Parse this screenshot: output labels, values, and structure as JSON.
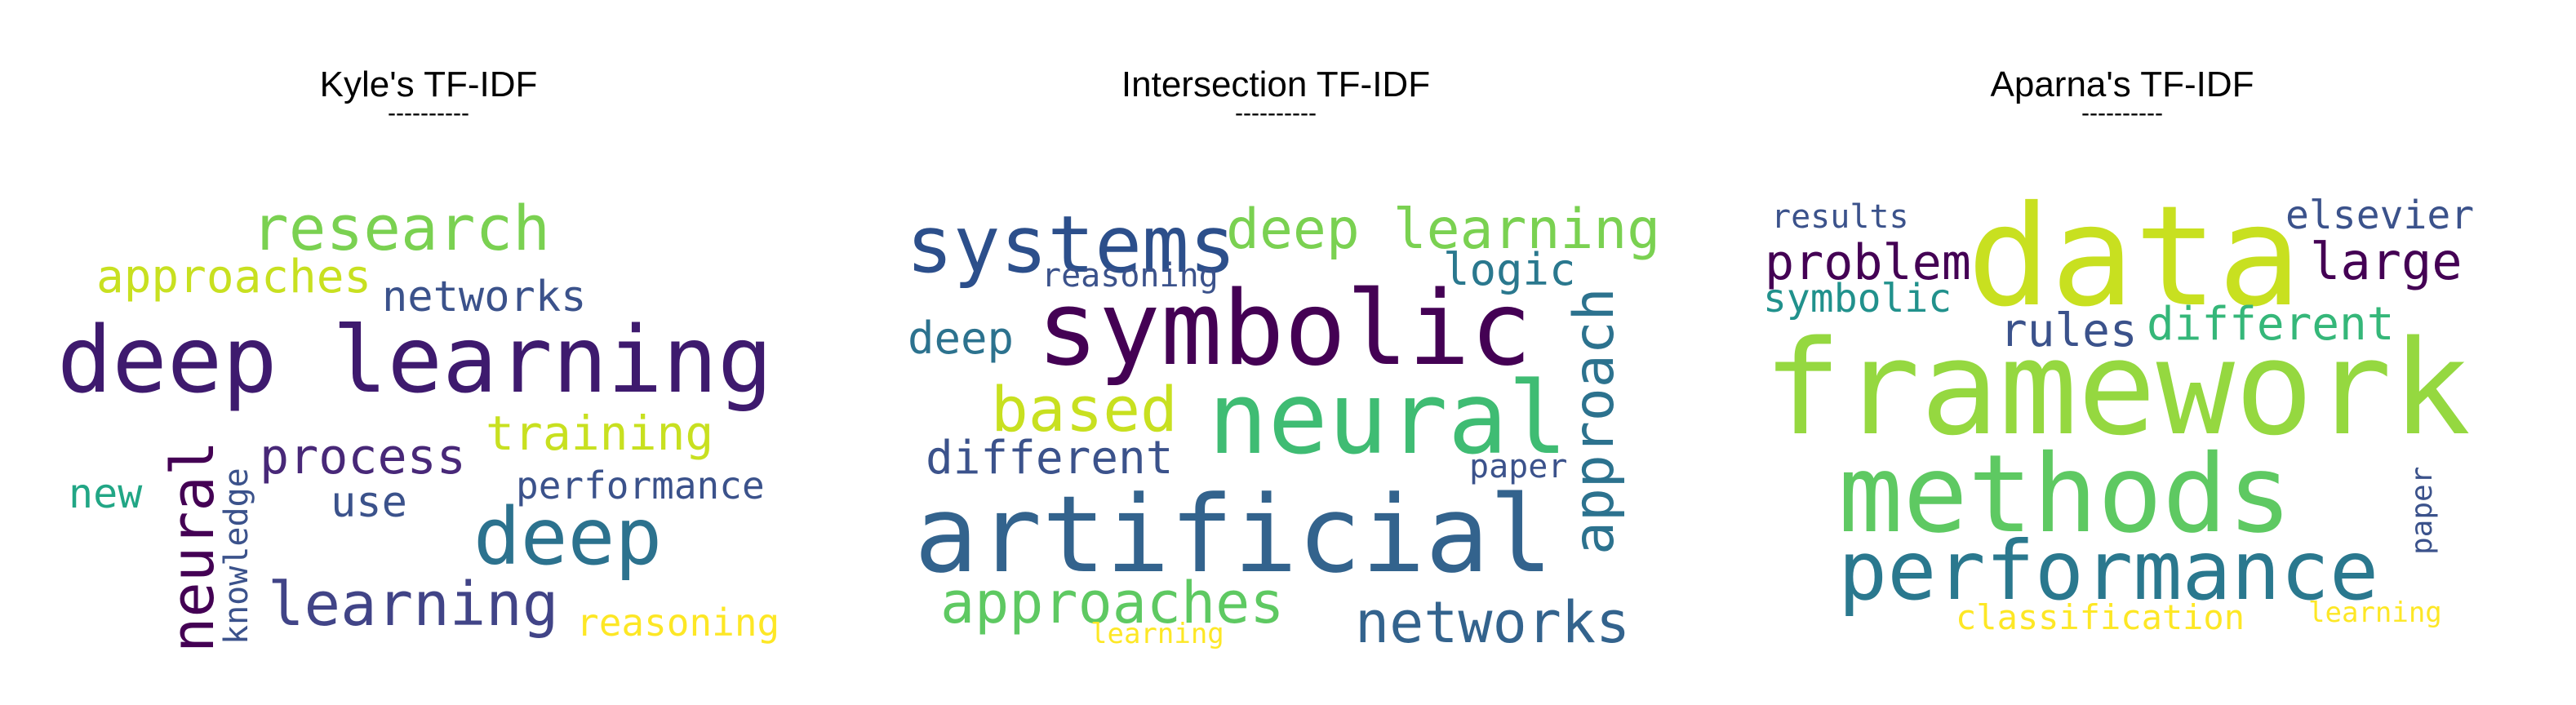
{
  "panels": [
    {
      "title": "Kyle's TF-IDF",
      "underline": "----------",
      "words": {
        "research": "research",
        "approaches": "approaches",
        "networks": "networks",
        "deep_learning": "deep learning",
        "neural": "neural",
        "knowledge": "knowledge",
        "process": "process",
        "training": "training",
        "new": "new",
        "use": "use",
        "performance": "performance",
        "deep": "deep",
        "learning": "learning",
        "reasoning": "reasoning"
      }
    },
    {
      "title": "Intersection TF-IDF",
      "underline": "----------",
      "words": {
        "systems": "systems",
        "deep_learning": "deep learning",
        "reasoning": "reasoning",
        "logic": "logic",
        "symbolic": "symbolic",
        "deep": "deep",
        "approach": "approach",
        "based": "based",
        "neural": "neural",
        "different": "different",
        "paper": "paper",
        "artificial": "artificial",
        "approaches": "approaches",
        "learning": "learning",
        "networks": "networks"
      }
    },
    {
      "title": "Aparna's TF-IDF",
      "underline": "----------",
      "words": {
        "results": "results",
        "elsevier": "elsevier",
        "problem": "problem",
        "data": "data",
        "large": "large",
        "symbolic": "symbolic",
        "rules": "rules",
        "different": "different",
        "framework": "framework",
        "methods": "methods",
        "paper": "paper",
        "performance": "performance",
        "classification": "classification",
        "learning": "learning"
      }
    }
  ],
  "colors": {
    "dark_purple": "#440154",
    "indigo": "#3b528b",
    "teal": "#21918c",
    "green": "#5ec962",
    "yellow_green": "#c8e020",
    "yellow": "#fde725"
  }
}
